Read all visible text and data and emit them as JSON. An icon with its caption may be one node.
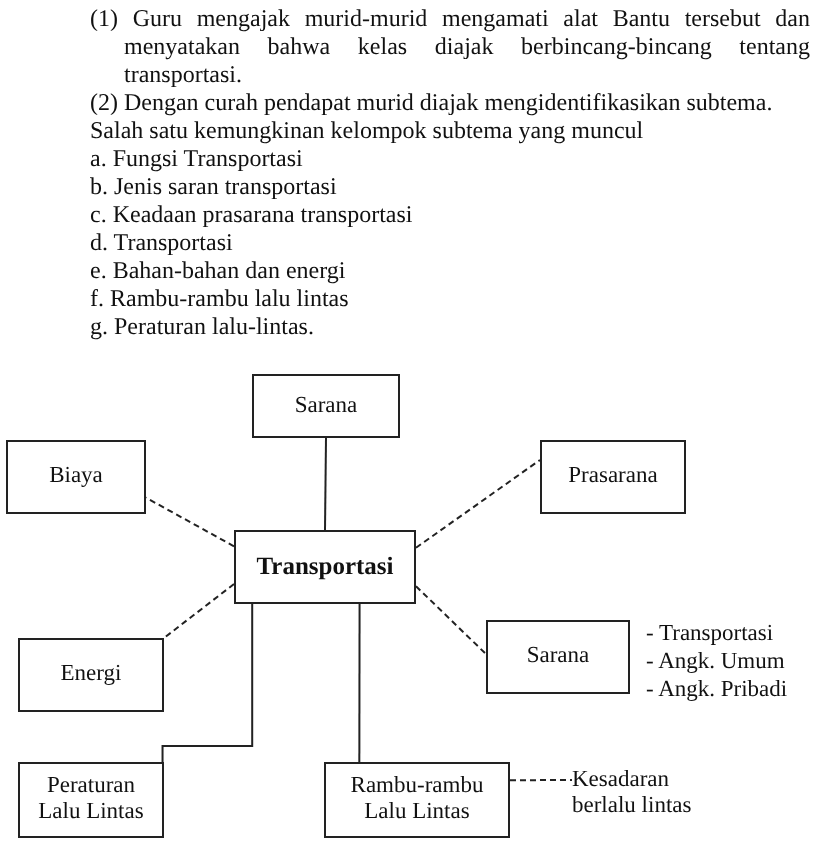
{
  "diagram": {
    "nodes": [
      {
        "text": [
          "Sarana"
        ]
      },
      {
        "text": [
          "Biaya"
        ]
      },
      {
        "text": [
          "Prasarana"
        ]
      },
      {
        "text": [
          "Transportasi"
        ]
      },
      {
        "text": [
          "Energi"
        ]
      },
      {
        "text": [
          "Sarana"
        ],
        "beside": [
          "- Transportasi",
          "- Angk. Umum",
          "- Angk. Pribadi"
        ]
      },
      {
        "text": [
          "Peraturan Lalu Lintas"
        ]
      },
      {
        "text": [
          "Rambu-rambu Lalu Lintas"
        ]
      },
      {
        "text": [
          "Kesadaran berlalu lintas"
        ]
      }
    ],
    "edges": [
      {
        "from": 3,
        "to": 0,
        "arrow": "none"
      },
      {
        "from": 3,
        "to": 1,
        "arrow": "none",
        "style": "dashed"
      },
      {
        "from": 3,
        "to": 2,
        "arrow": "none",
        "style": "dashed"
      },
      {
        "from": 3,
        "to": 4,
        "arrow": "none",
        "style": "dashed"
      },
      {
        "from": 3,
        "to": 5,
        "arrow": "none",
        "style": "dashed"
      },
      {
        "from": 3,
        "to": 6,
        "arrow": "none"
      },
      {
        "from": 3,
        "to": 7,
        "arrow": "none"
      },
      {
        "from": 7,
        "to": 8,
        "arrow": "none",
        "style": "dashed"
      }
    ],
    "labels": [
      "(1) Guru mengajak murid-murid mengamati alat Bantu tersebut dan menyatakan bahwa kelas diajak berbincang-bincang tentang transportasi.",
      "(2) Dengan curah pendapat murid diajak mengidentifikasikan subtema.",
      "Salah satu kemungkinan kelompok subtema yang muncul",
      "a. Fungsi Transportasi",
      "b. Jenis saran transportasi",
      "c. Keadaan prasarana transportasi",
      "d. Transportasi",
      "e. Bahan-bahan dan energi",
      "f. Rambu-rambu lalu lintas",
      "g. Peraturan lalu-lintas."
    ]
  }
}
